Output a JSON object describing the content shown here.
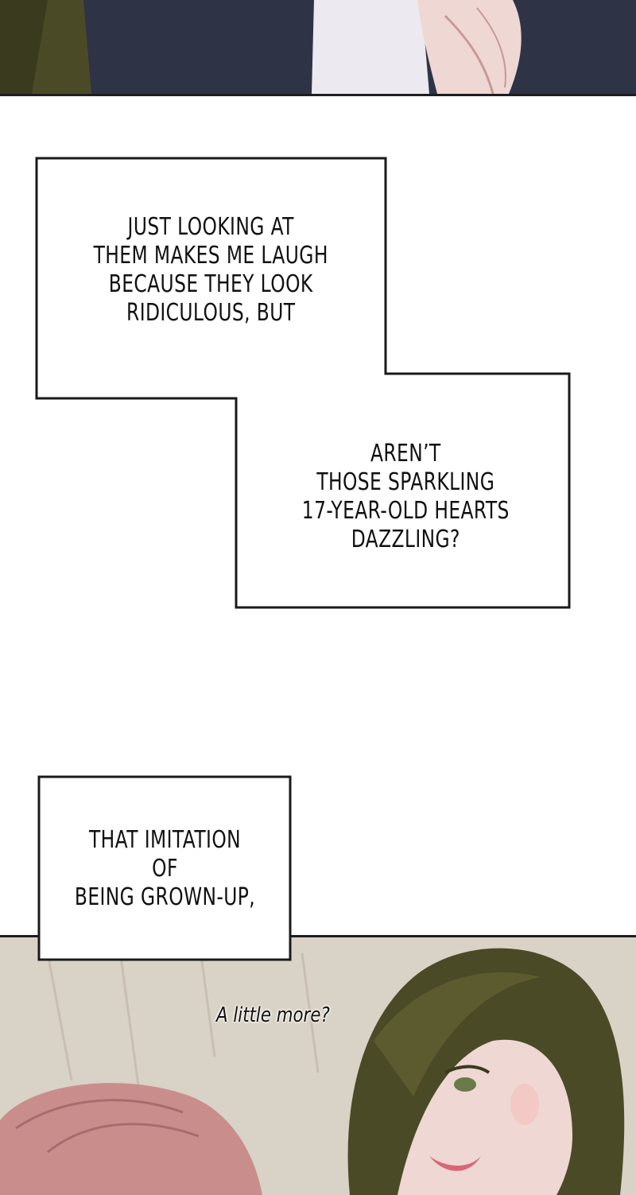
{
  "captions": [
    {
      "id": "caption-1",
      "lines": [
        "JUST LOOKING AT",
        "THEM MAKES ME LAUGH",
        "BECAUSE THEY LOOK",
        "RIDICULOUS, BUT"
      ]
    },
    {
      "id": "caption-2",
      "lines": [
        "AREN’T",
        "THOSE SPARKLING",
        "17-YEAR-OLD HEARTS",
        "DAZZLING?"
      ]
    },
    {
      "id": "caption-3",
      "lines": [
        "THAT IMITATION OF",
        "BEING GROWN-UP,"
      ]
    }
  ],
  "dialogue": {
    "text": "A little more?"
  },
  "colors": {
    "panel_border": "#1e1e22",
    "suit": "#2f3346",
    "skin": "#efd7d3",
    "hair_dark": "#4b4a26",
    "hair_pink": "#c98e8c",
    "background_beige": "#d9d2c6"
  }
}
